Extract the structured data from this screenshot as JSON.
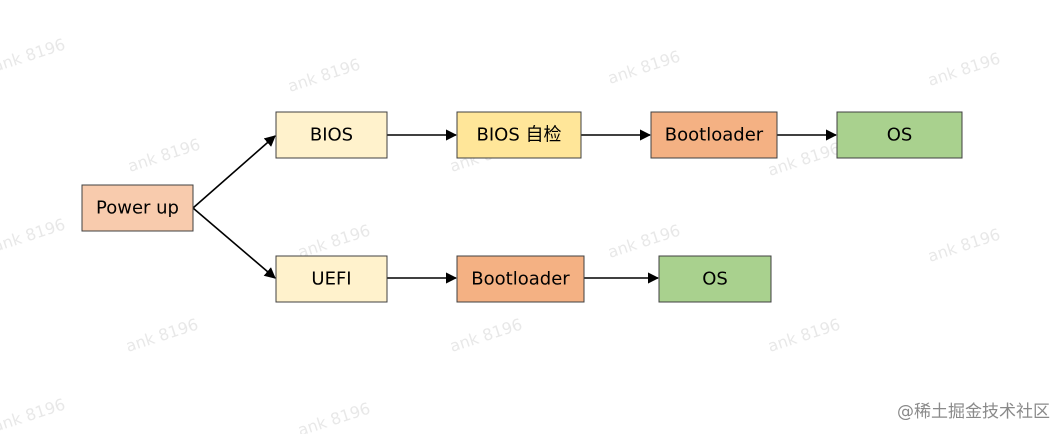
{
  "colors": {
    "power": "#f8cbad",
    "bios": "#fff2cc",
    "bios_check": "#ffe699",
    "bootloader": "#f4b183",
    "os": "#a9d18e",
    "uefi": "#fff2cc"
  },
  "nodes": {
    "power_up": "Power up",
    "bios": "BIOS",
    "bios_check": "BIOS 自检",
    "bootloader_top": "Bootloader",
    "os_top": "OS",
    "uefi": "UEFI",
    "bootloader_bottom": "Bootloader",
    "os_bottom": "OS"
  },
  "watermark": "ank 8196",
  "footer": "@稀土掘金技术社区"
}
